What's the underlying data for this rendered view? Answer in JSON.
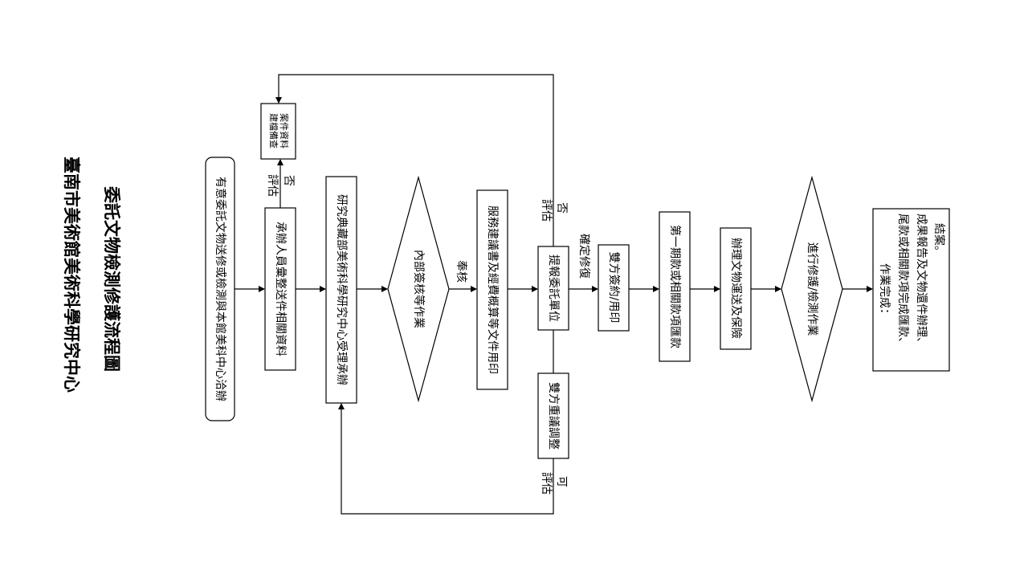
{
  "titles": {
    "main": "臺南市美術館美術科學研究中心",
    "sub": "委託文物檢測修護流程圖"
  },
  "nodes": {
    "n1": "有意委託文物送修或檢測與本館美科中心洽辦",
    "n2": "承辦人員彙整送件相關資料",
    "n3_l1": "案件資料",
    "n3_l2": "建檔備查",
    "n4": "研究典藏部美術科學研究中心受理承辦",
    "n5": "內部簽核等作業",
    "n6": "服務建議書及經費概算等文件用印",
    "n7": "提報委託單位",
    "n8": "雙方重議調整",
    "n9": "雙方簽約/用印",
    "n10": "第一期款或相關款項匯款",
    "n11": "辦理文物運送及保險",
    "n12": "進行修護/檢測作業",
    "n13_l1": "作業完成：",
    "n13_l2": "尾款或相關款項完成匯款、",
    "n13_l3": "成果報告及文物還件辦理、",
    "n13_l4": "結案。"
  },
  "labels": {
    "eval1": "評估",
    "no1": "否",
    "approve": "奉核",
    "eval2": "評估",
    "no2": "否",
    "confirm": "確定修復",
    "eval3": "評估",
    "yes3": "可"
  }
}
